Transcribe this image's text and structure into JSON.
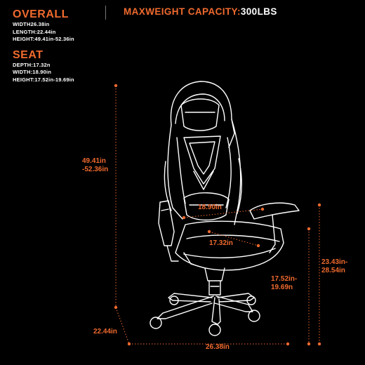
{
  "overall": {
    "title": "OVERALL",
    "lines": [
      "WIDTH26.38in",
      "LENGTH:22.44in",
      "HEIGHT:49.41in-52.36in"
    ]
  },
  "seat": {
    "title": "SEAT",
    "lines": [
      "DEPTH:17.32n",
      "WIDTH:18.90in",
      "HEIGHT:17.52in-19.69in"
    ]
  },
  "capacity": {
    "label": "MAXWEIGHT CAPACITY:",
    "value": "300LBS"
  },
  "dimensions": {
    "total_height_1": "49.41in",
    "total_height_2": "-52.36in",
    "seat_width": "18.90in",
    "seat_depth": "17.32in",
    "seat_height_1": "17.52in-",
    "seat_height_2": "19.69n",
    "arm_height_1": "23.43in-",
    "arm_height_2": "28.54in",
    "base_length": "22.44in",
    "base_width": "26.38in"
  },
  "colors": {
    "accent": "#f06a2e",
    "text": "#ffffff",
    "background": "#000000"
  }
}
